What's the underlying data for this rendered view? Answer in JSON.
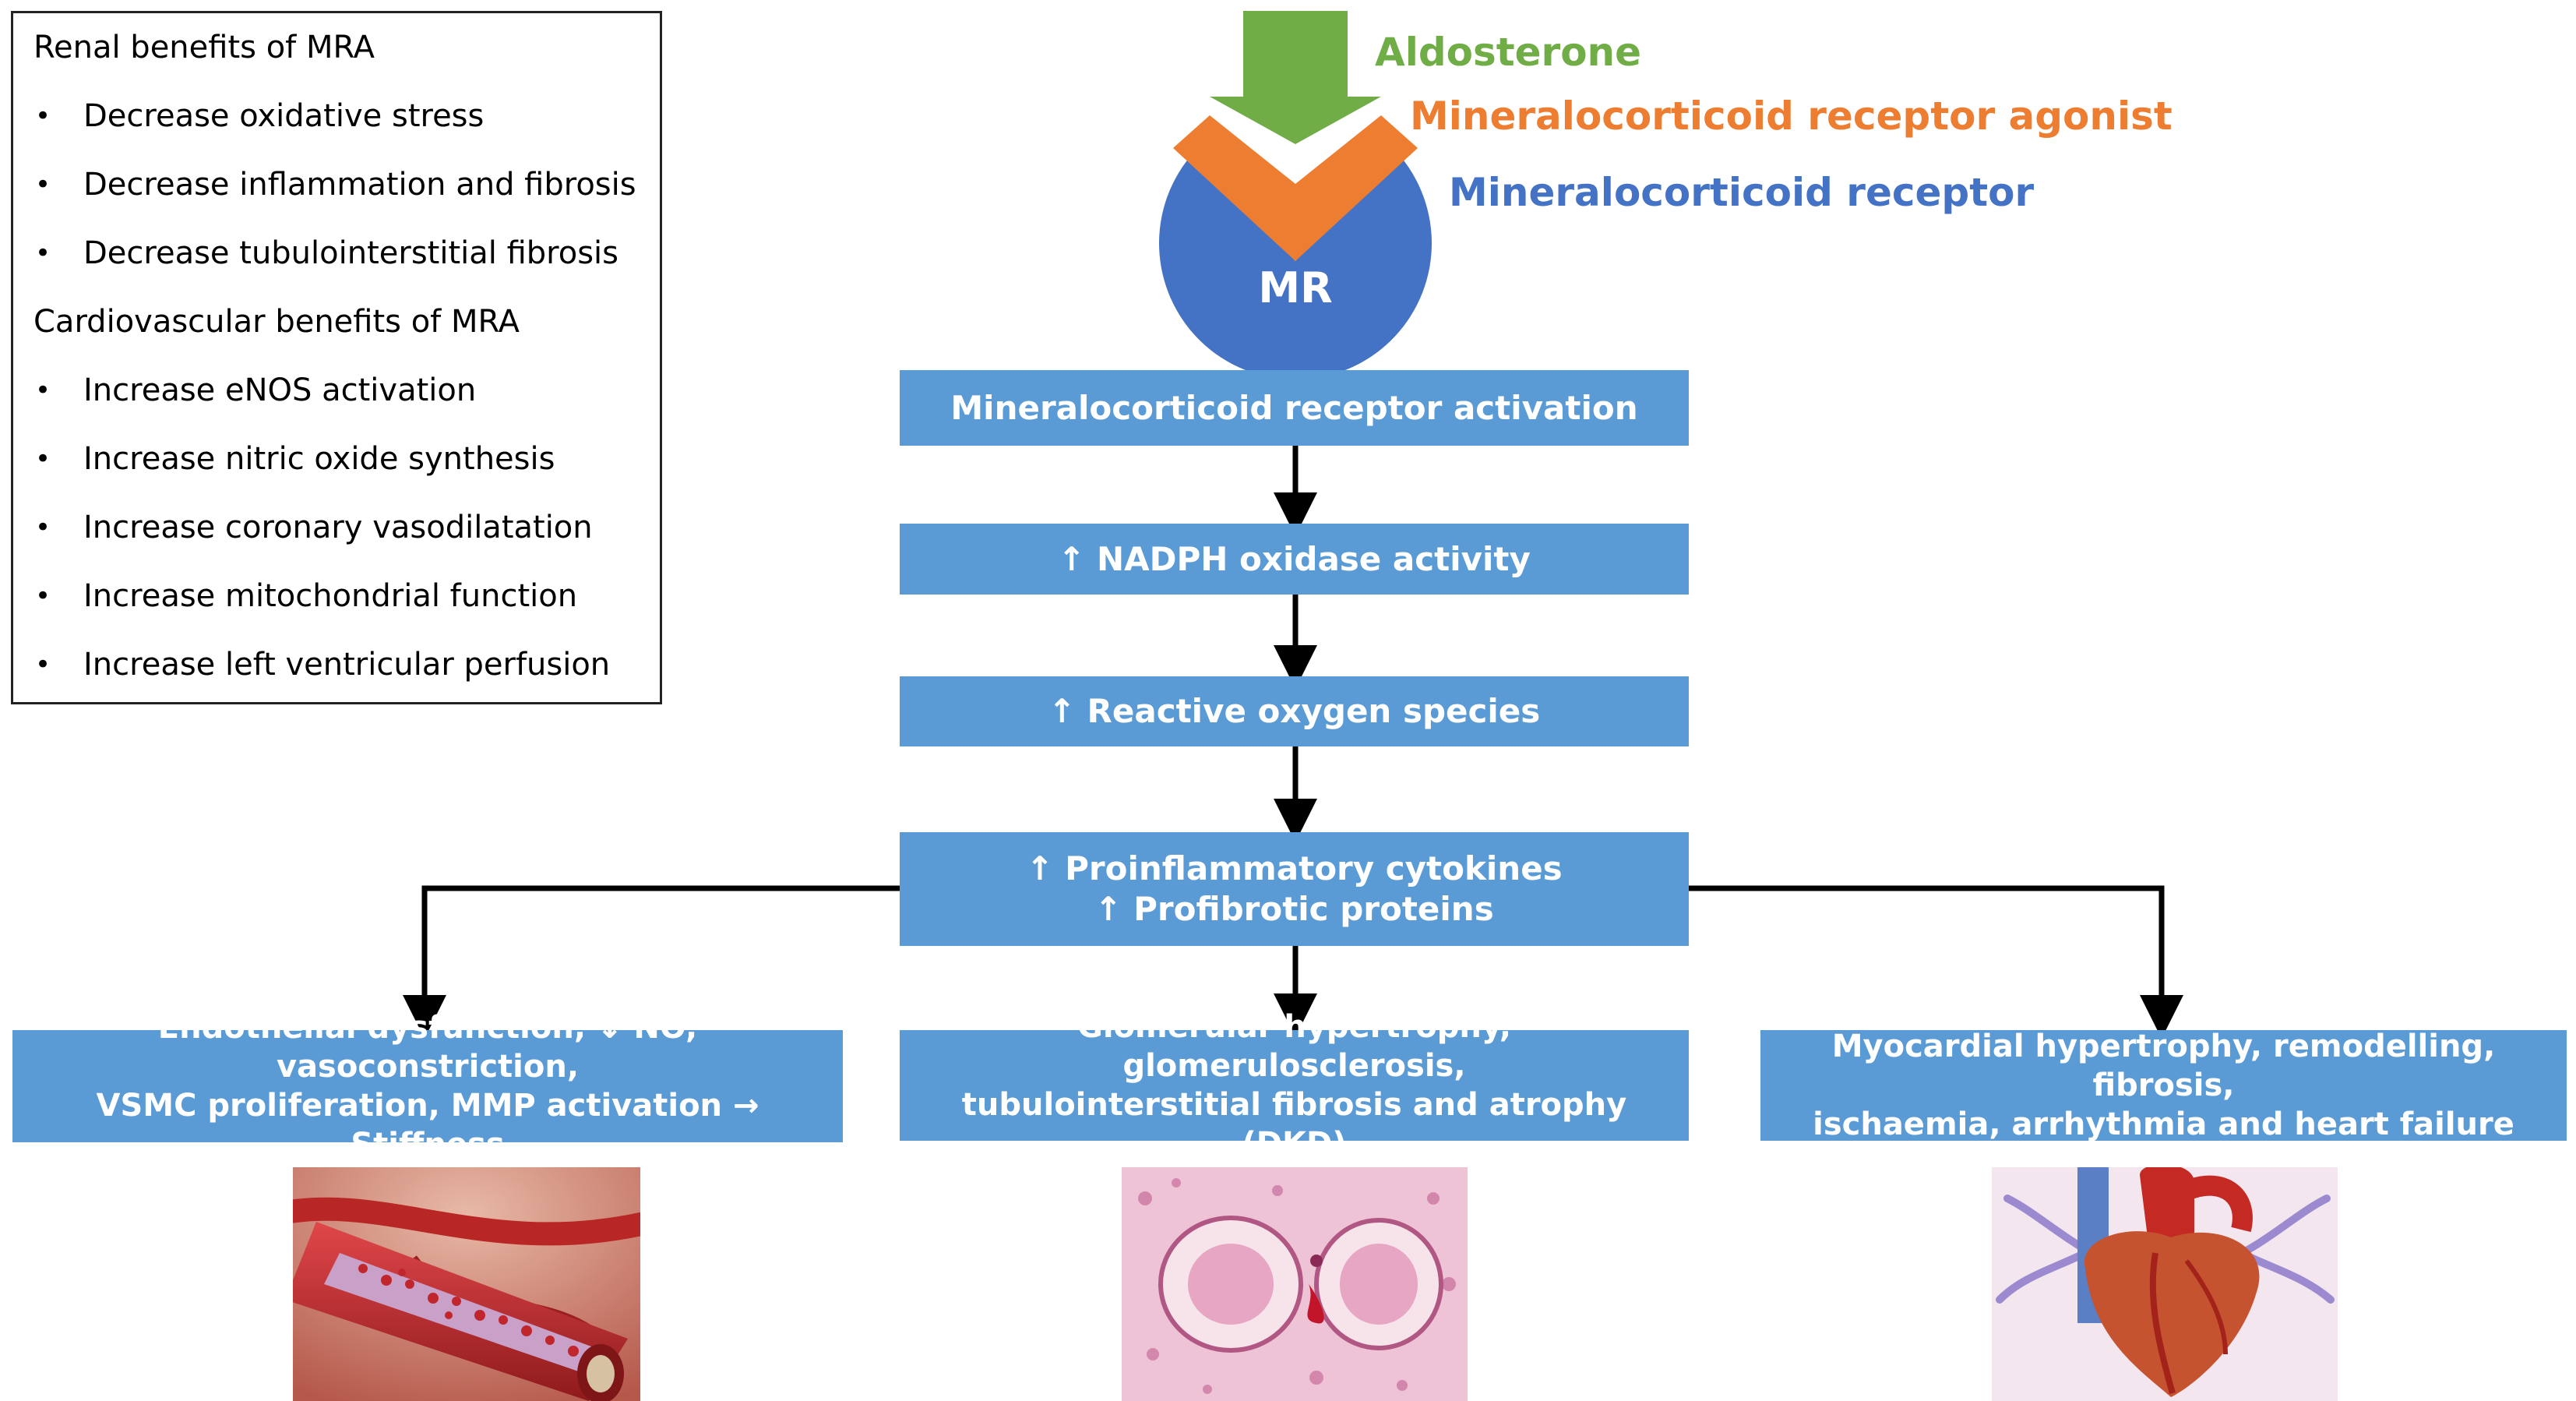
{
  "benefits": {
    "renal_heading": "Renal benefits of MRA",
    "renal_items": [
      "Decrease oxidative stress",
      "Decrease inflammation and fibrosis",
      "Decrease tubulointerstitial fibrosis"
    ],
    "cardio_heading": "Cardiovascular benefits of MRA",
    "cardio_items": [
      "Increase eNOS activation",
      "Increase nitric oxide synthesis",
      "Increase coronary vasodilatation",
      "Increase mitochondrial function",
      "Increase left ventricular perfusion"
    ],
    "bullet": "•"
  },
  "receptor": {
    "aldosterone_label": "Aldosterone",
    "agonist_label": "Mineralocorticoid receptor agonist",
    "receptor_label": "Mineralocorticoid receptor",
    "mr_label": "MR",
    "colors": {
      "aldosterone": "#70ad47",
      "agonist": "#ed7d31",
      "receptor": "#4472c4",
      "box": "#5b9bd5"
    }
  },
  "flow": {
    "activation": "Mineralocorticoid receptor activation",
    "nadph": "↑ NADPH  oxidase activity",
    "ros": "↑ Reactive oxygen species",
    "cytokines": "↑ Proinflammatory cytokines\n↑ Profibrotic proteins"
  },
  "outcomes": {
    "vascular": "Endothelial dysfunction, ↓ NO, vasoconstriction,\nVSMC proliferation, MMP activation → Stiffness",
    "renal": "Glomerular hypertrophy, glomerulosclerosis,\ntubulointerstitial fibrosis and atrophy (DKD)",
    "cardiac": "Myocardial hypertrophy, remodelling, fibrosis,\nischaemia, arrhythmia and heart failure"
  },
  "images": {
    "vessel": "blood-vessel-illustration",
    "kidney": "kidney-histology-image",
    "heart": "heart-illustration"
  }
}
